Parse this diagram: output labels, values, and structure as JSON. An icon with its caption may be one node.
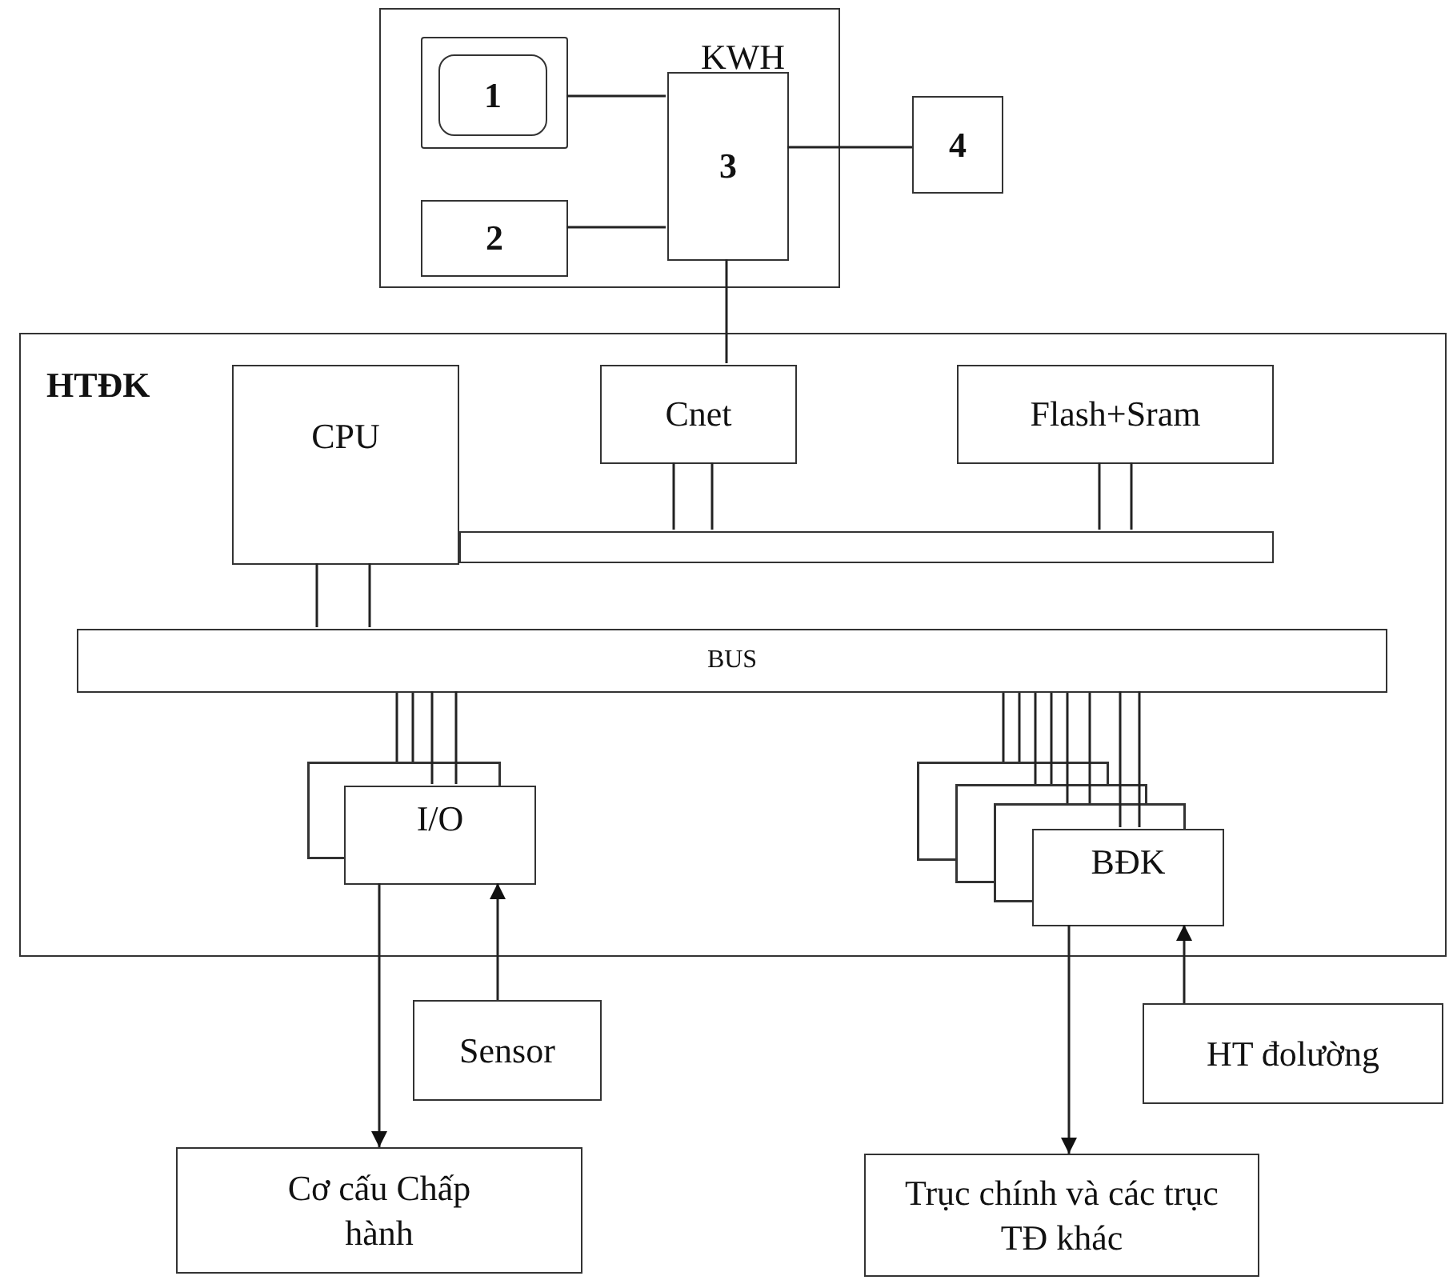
{
  "diagram": {
    "nodes": [
      {
        "text": [
          "KWH"
        ]
      },
      {
        "text": [],
        "shape": "box",
        "in": 0
      },
      {
        "text": [
          "1"
        ],
        "in": 1
      },
      {
        "text": [
          "2"
        ],
        "in": 0
      },
      {
        "text": [
          "3"
        ],
        "in": 0
      },
      {
        "text": [
          "4"
        ]
      },
      {
        "text": [
          "HTĐK"
        ]
      },
      {
        "text": [
          "CPU"
        ],
        "in": 6
      },
      {
        "text": [
          "Cnet"
        ],
        "in": 6
      },
      {
        "text": [
          "Flash+Sram"
        ],
        "in": 6
      },
      {
        "text": [],
        "shape": "bar",
        "in": 6
      },
      {
        "text": [
          "BUS"
        ],
        "in": 6
      },
      {
        "text": [
          "I/O"
        ],
        "in": 6
      },
      {
        "text": [
          "BĐK"
        ],
        "in": 6
      },
      {
        "text": [
          "Sensor"
        ]
      },
      {
        "text": [
          "Cơ cấu Chấp hành"
        ]
      },
      {
        "text": [
          "HT đolường"
        ]
      },
      {
        "text": [
          "Trục chính và các trục TĐ khác"
        ]
      }
    ],
    "edges": [
      {
        "from": 1,
        "to": 4,
        "arrow": "none"
      },
      {
        "from": 3,
        "to": 4,
        "arrow": "none"
      },
      {
        "from": 4,
        "to": 5,
        "arrow": "none"
      },
      {
        "from": 4,
        "to": 8,
        "arrow": "none"
      },
      {
        "from": 8,
        "to": 10,
        "arrow": "none"
      },
      {
        "from": 9,
        "to": 10,
        "arrow": "none"
      },
      {
        "from": 7,
        "to": 11,
        "arrow": "none"
      },
      {
        "from": 11,
        "to": 12,
        "arrow": "none"
      },
      {
        "from": 11,
        "to": 13,
        "arrow": "none"
      },
      {
        "from": 12,
        "to": 15,
        "arrow": "to"
      },
      {
        "from": 14,
        "to": 12,
        "arrow": "to"
      },
      {
        "from": 13,
        "to": 17,
        "arrow": "to"
      },
      {
        "from": 16,
        "to": 13,
        "arrow": "to"
      }
    ]
  }
}
